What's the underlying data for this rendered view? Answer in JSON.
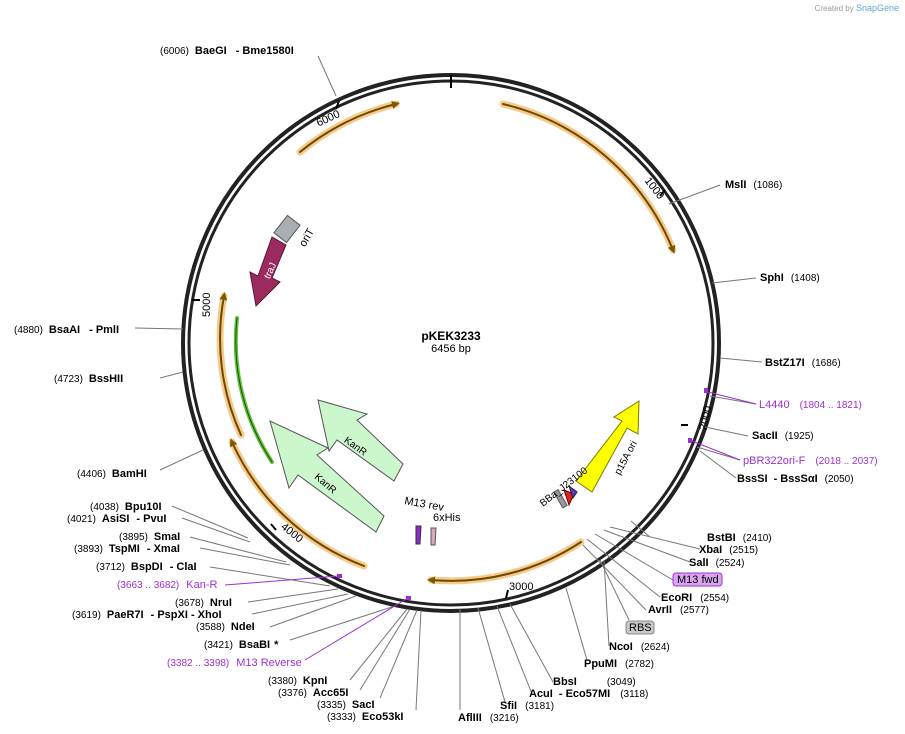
{
  "credit": {
    "prefix": "Created by",
    "brand": "SnapGene"
  },
  "plasmid": {
    "name": "pKEK3233",
    "size": "6456 bp"
  },
  "ticks": [
    "1000",
    "2000",
    "3000",
    "4000",
    "5000",
    "6000"
  ],
  "features": [
    {
      "name": "oriT"
    },
    {
      "name": "traJ"
    },
    {
      "name": "KanR"
    },
    {
      "name": "KanR"
    },
    {
      "name": "p15A ori"
    },
    {
      "name": "BBa_J23100"
    },
    {
      "name": "M13 rev"
    },
    {
      "name": "6xHis"
    }
  ],
  "badges": [
    {
      "text": "M13 fwd",
      "color": "#d9a6ee"
    },
    {
      "text": "RBS",
      "color": "#c8c8c8"
    }
  ],
  "sites": [
    {
      "pos": "(6006)",
      "name": "BaeGI",
      "extra": "- Bme1580I"
    },
    {
      "pos": "(1086)",
      "name": "MslI",
      "extra": ""
    },
    {
      "pos": "(1408)",
      "name": "SphI",
      "extra": ""
    },
    {
      "pos": "(1686)",
      "name": "BstZ17I",
      "extra": ""
    },
    {
      "pos": "(1925)",
      "name": "SacII",
      "extra": ""
    },
    {
      "pos": "(2050)",
      "name": "BssSI",
      "extra": "- BssSαI"
    },
    {
      "pos": "(2410)",
      "name": "BstBI",
      "extra": ""
    },
    {
      "pos": "(2515)",
      "name": "XbaI",
      "extra": ""
    },
    {
      "pos": "(2524)",
      "name": "SalI",
      "extra": ""
    },
    {
      "pos": "(2554)",
      "name": "EcoRI",
      "extra": ""
    },
    {
      "pos": "(2577)",
      "name": "AvrII",
      "extra": ""
    },
    {
      "pos": "(2624)",
      "name": "NcoI",
      "extra": ""
    },
    {
      "pos": "(2782)",
      "name": "PpuMI",
      "extra": ""
    },
    {
      "pos": "(3049)",
      "name": "BbsI",
      "extra": ""
    },
    {
      "pos": "(3118)",
      "name": "AcuI",
      "extra": "- Eco57MI"
    },
    {
      "pos": "(3181)",
      "name": "SfiI",
      "extra": ""
    },
    {
      "pos": "(3216)",
      "name": "AflIII",
      "extra": ""
    },
    {
      "pos": "(3333)",
      "name": "Eco53kI",
      "extra": ""
    },
    {
      "pos": "(3335)",
      "name": "SacI",
      "extra": ""
    },
    {
      "pos": "(3376)",
      "name": "Acc65I",
      "extra": ""
    },
    {
      "pos": "(3380)",
      "name": "KpnI",
      "extra": ""
    },
    {
      "pos": "(3421)",
      "name": "BsaBI",
      "extra": "*"
    },
    {
      "pos": "(3588)",
      "name": "NdeI",
      "extra": ""
    },
    {
      "pos": "(3619)",
      "name": "PaeR7I",
      "extra": "- PspXI  - XhoI"
    },
    {
      "pos": "(3678)",
      "name": "NruI",
      "extra": ""
    },
    {
      "pos": "(3712)",
      "name": "BspDI",
      "extra": "- ClaI"
    },
    {
      "pos": "(3893)",
      "name": "TspMI",
      "extra": "- XmaI"
    },
    {
      "pos": "(3895)",
      "name": "SmaI",
      "extra": ""
    },
    {
      "pos": "(4021)",
      "name": "AsiSI",
      "extra": "- PvuI"
    },
    {
      "pos": "(4038)",
      "name": "Bpu10I",
      "extra": ""
    },
    {
      "pos": "(4406)",
      "name": "BamHI",
      "extra": ""
    },
    {
      "pos": "(4723)",
      "name": "BssHII",
      "extra": ""
    },
    {
      "pos": "(4880)",
      "name": "BsaAI",
      "extra": "- PmlI"
    }
  ],
  "primers": [
    {
      "name": "L4440",
      "range": "(1804 .. 1821)"
    },
    {
      "name": "pBR322ori-F",
      "range": "(2018 .. 2037)"
    },
    {
      "name": "Kan-R",
      "range": "(3663 .. 3682)"
    },
    {
      "name": "M13 Reverse",
      "range": "(3382 .. 3398)"
    }
  ]
}
